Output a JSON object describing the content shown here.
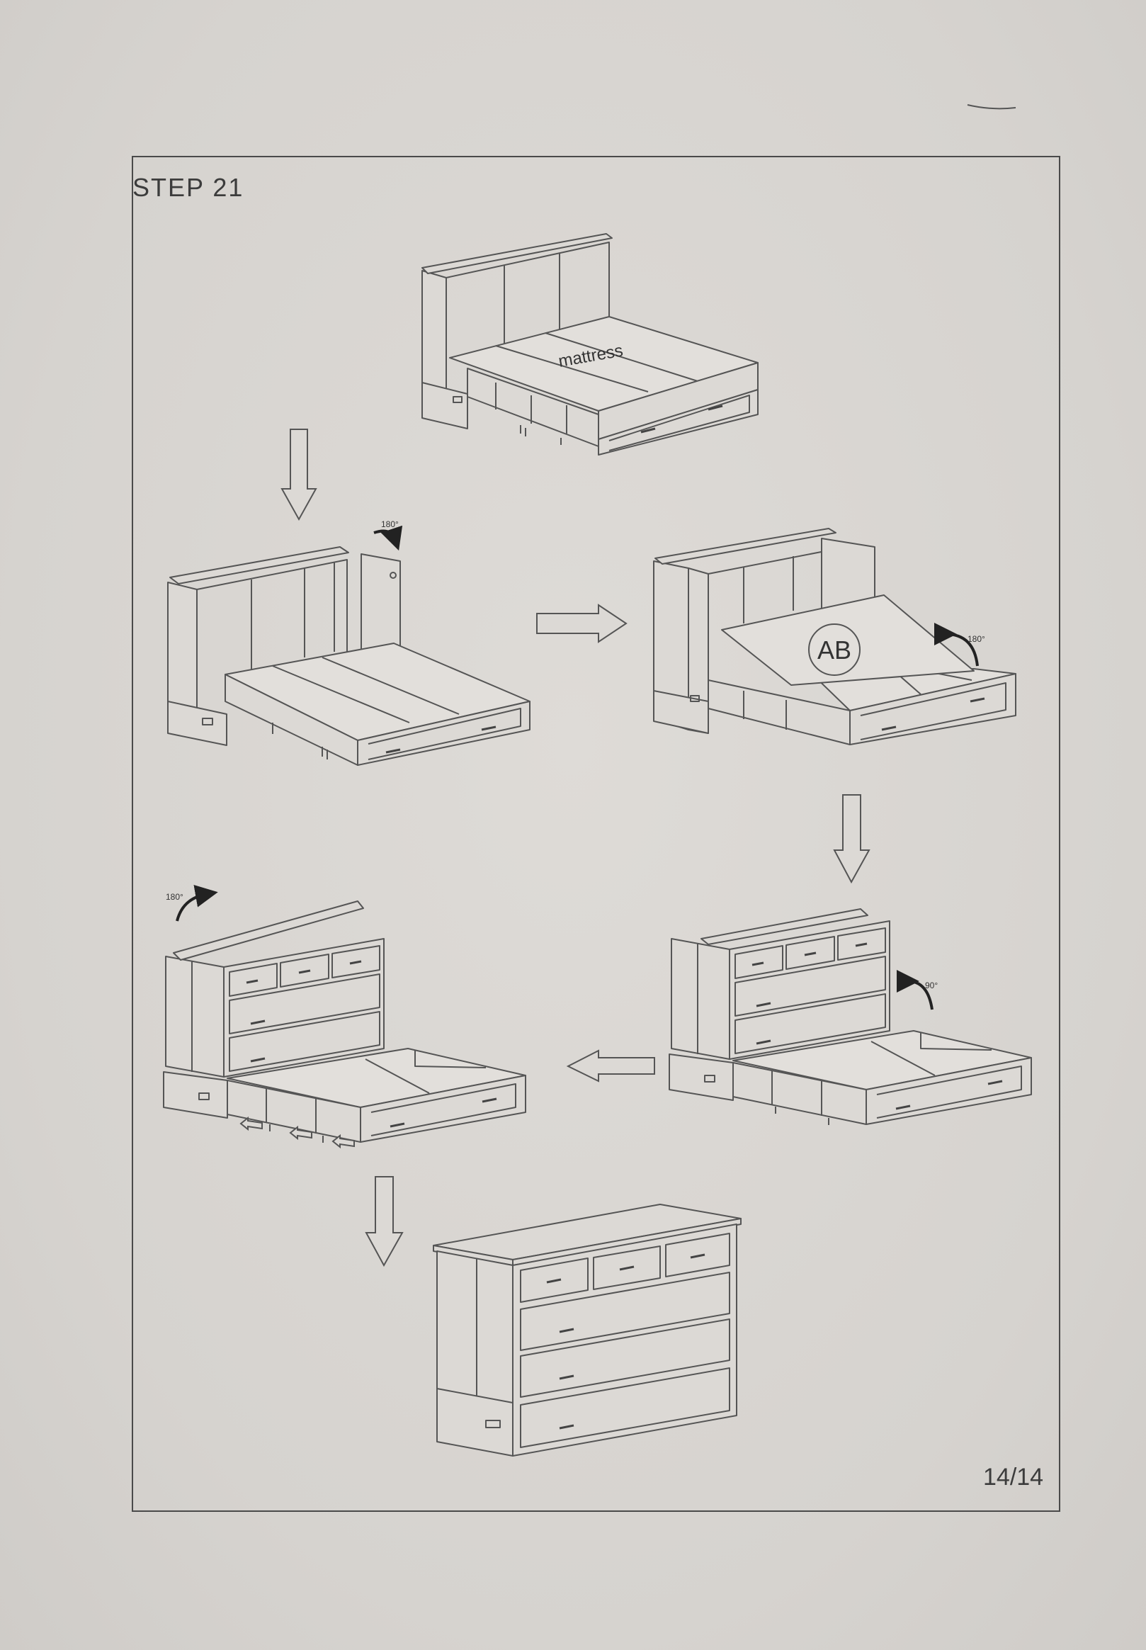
{
  "header": {
    "step_title": "STEP 21"
  },
  "footer": {
    "page_number": "14/14"
  },
  "figures": {
    "mattress_label": "mattress",
    "panel_label": "AB",
    "rotation_labels": [
      "180°",
      "180°",
      "90°",
      "180°"
    ]
  }
}
